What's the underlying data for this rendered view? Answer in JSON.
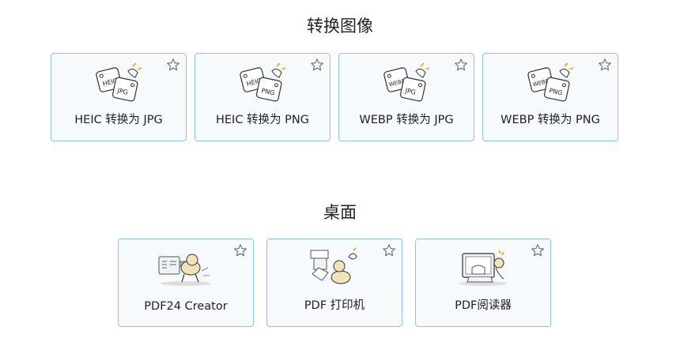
{
  "sections": [
    {
      "title": "转换图像",
      "cards": [
        {
          "label": "HEIC 转换为 JPG",
          "icon": "heic-to-jpg-icon",
          "from": "HEIC",
          "to": "JPG"
        },
        {
          "label": "HEIC 转换为 PNG",
          "icon": "heic-to-png-icon",
          "from": "HEIC",
          "to": "PNG"
        },
        {
          "label": "WEBP 转换为 JPG",
          "icon": "webp-to-jpg-icon",
          "from": "WEBP",
          "to": "JPG"
        },
        {
          "label": "WEBP 转换为 PNG",
          "icon": "webp-to-png-icon",
          "from": "WEBP",
          "to": "PNG"
        }
      ]
    },
    {
      "title": "桌面",
      "cards": [
        {
          "label": "PDF24 Creator",
          "icon": "pdf24-creator-illustration-icon"
        },
        {
          "label": "PDF 打印机",
          "icon": "pdf-printer-illustration-icon"
        },
        {
          "label": "PDF阅读器",
          "icon": "pdf-reader-illustration-icon"
        }
      ]
    }
  ],
  "colors": {
    "card_border": "#8cc4df",
    "card_background": "#f6fafd",
    "star_outline": "#777777",
    "text": "#1f1f1f"
  }
}
